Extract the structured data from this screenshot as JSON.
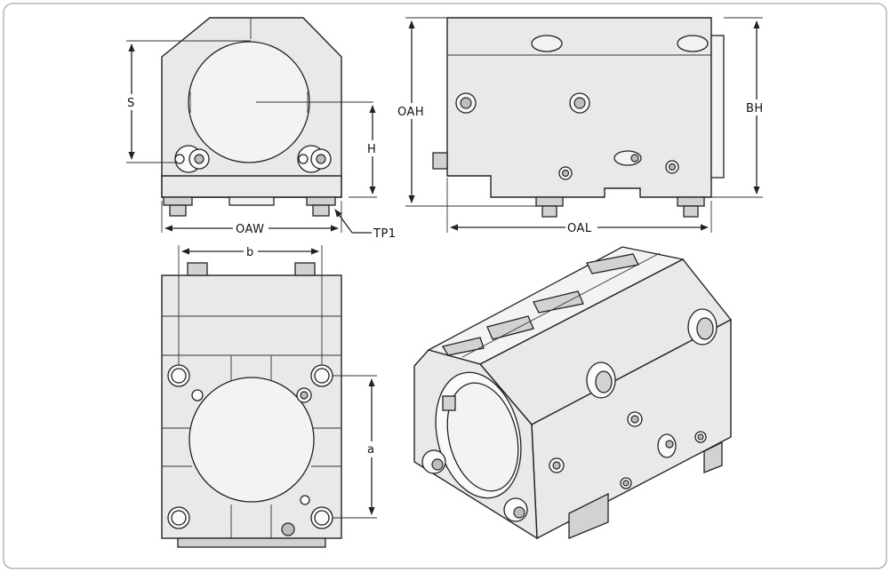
{
  "labels": {
    "s": "S",
    "h": "H",
    "oaw": "OAW",
    "tp1": "TP1",
    "oah": "OAH",
    "bh": "BH",
    "oal": "OAL",
    "b": "b",
    "a": "a"
  },
  "colors": {
    "frame": "#b5b5b5",
    "line": "#222222",
    "fill": "#e9e9e9",
    "bore": "#f3f3f3"
  }
}
